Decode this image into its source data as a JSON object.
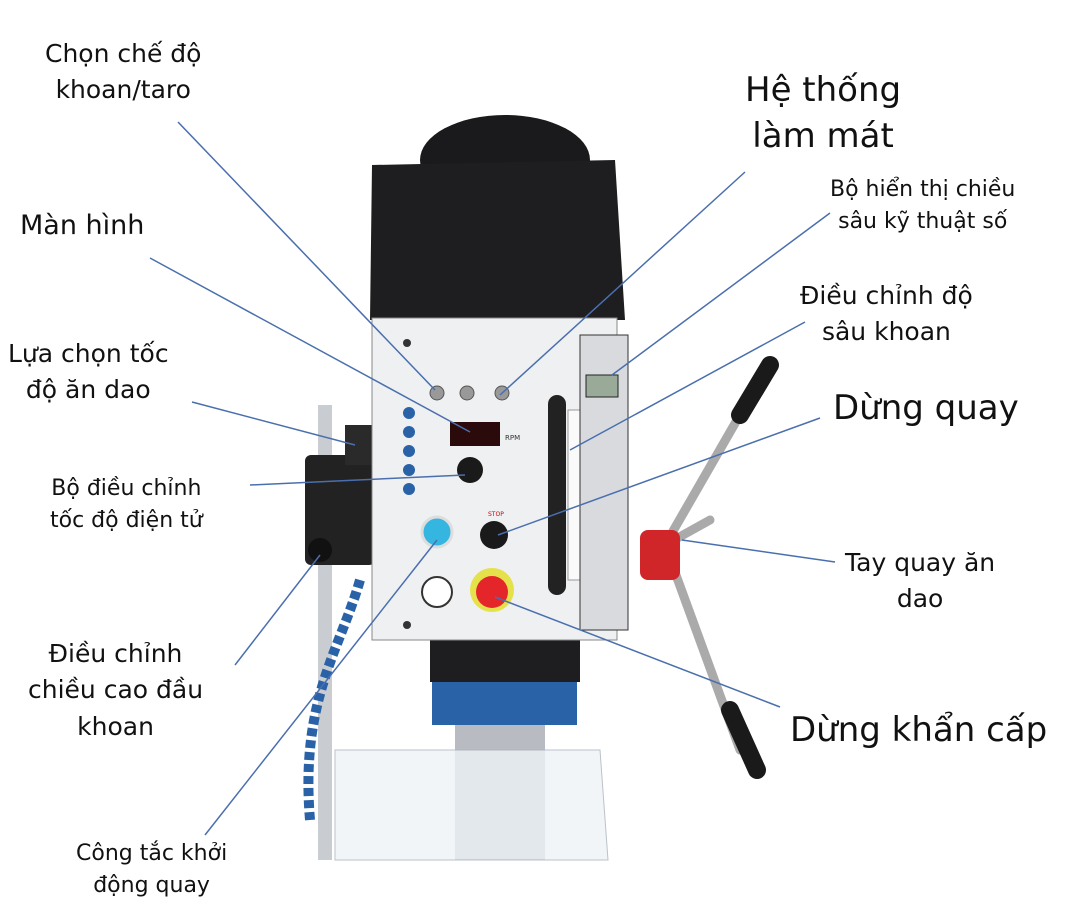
{
  "labels": {
    "mode_select": [
      "Chọn chế độ",
      "khoan/taro"
    ],
    "display": [
      "Màn hình"
    ],
    "feed_speed_select": [
      "Lựa chọn tốc",
      "độ ăn dao"
    ],
    "electronic_speed": [
      "Bộ điều chỉnh",
      "tốc độ điện tử"
    ],
    "head_height": [
      "Điều chỉnh",
      "chiều cao đầu",
      "khoan"
    ],
    "start_switch": [
      "Công tắc khởi",
      "động quay"
    ],
    "cooling": [
      "Hệ thống",
      "làm mát"
    ],
    "digital_depth": [
      "Bộ hiển thị chiều",
      "sâu kỹ thuật số"
    ],
    "depth_adjust": [
      "Điều chỉnh độ",
      "sâu khoan"
    ],
    "stop": [
      "Dừng quay"
    ],
    "feed_handle": [
      "Tay quay ăn",
      "dao"
    ],
    "emergency_stop": [
      "Dừng khẩn cấp"
    ]
  },
  "panel": {
    "rpm_label": "RPM",
    "stop_label": "STOP"
  },
  "colors": {
    "leader_line": "#4a6fae",
    "panel": "#eef0f2",
    "head": "#1c1c1e",
    "start_button": "#35b6e0",
    "emergency": "#e4262a",
    "collar": "#e4e14a",
    "base_blue": "#2a62a8"
  }
}
